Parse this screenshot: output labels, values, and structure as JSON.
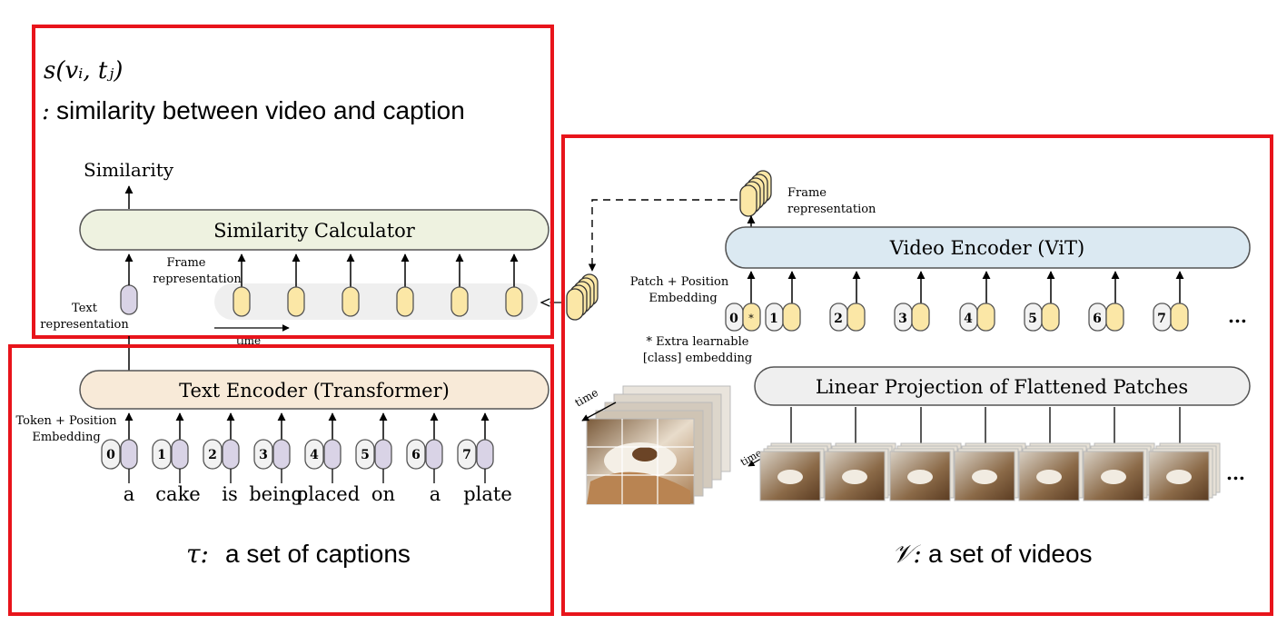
{
  "top_panel": {
    "formula": "s(vᵢ, tⱼ)",
    "formula_desc_prefix": ":",
    "formula_desc": "similarity between video and caption",
    "similarity_label": "Similarity",
    "similarity_calculator": "Similarity Calculator",
    "frame_representation_line1": "Frame",
    "frame_representation_line2": "representation",
    "text_representation_line1": "Text",
    "text_representation_line2": "representation",
    "time_label": "time"
  },
  "text_panel": {
    "encoder_label": "Text Encoder (Transformer)",
    "token_embedding_line1": "Token + Position",
    "token_embedding_line2": "Embedding",
    "token_indices": [
      "0",
      "1",
      "2",
      "3",
      "4",
      "5",
      "6",
      "7"
    ],
    "tokens": [
      "a",
      "cake",
      "is",
      "being",
      "placed",
      "on",
      "a",
      "plate"
    ],
    "caption_symbol": "τ:",
    "caption_desc": "a set of captions"
  },
  "video_panel": {
    "frame_representation_line1": "Frame",
    "frame_representation_line2": "representation",
    "encoder_label": "Video Encoder (ViT)",
    "patch_embedding_line1": "Patch + Position",
    "patch_embedding_line2": "Embedding",
    "patch_indices": [
      "0",
      "1",
      "2",
      "3",
      "4",
      "5",
      "6",
      "7"
    ],
    "class_marker": "*",
    "extra_note_line1": "* Extra learnable",
    "extra_note_line2": "[class] embedding",
    "projection_label": "Linear Projection of Flattened Patches",
    "time_label": "time",
    "ellipsis": "...",
    "video_symbol": "𝒱:",
    "video_desc": "a set of videos"
  },
  "colors": {
    "highlight_border": "#e8141b",
    "similarity_fill": "#eef2e0",
    "text_encoder_fill": "#f8ead8",
    "video_encoder_fill": "#dbe9f2",
    "projection_fill": "#efefef",
    "frame_token_fill": "#fbe7a6",
    "text_token_fill": "#d9d3e6",
    "index_fill": "#f2f2f2"
  }
}
